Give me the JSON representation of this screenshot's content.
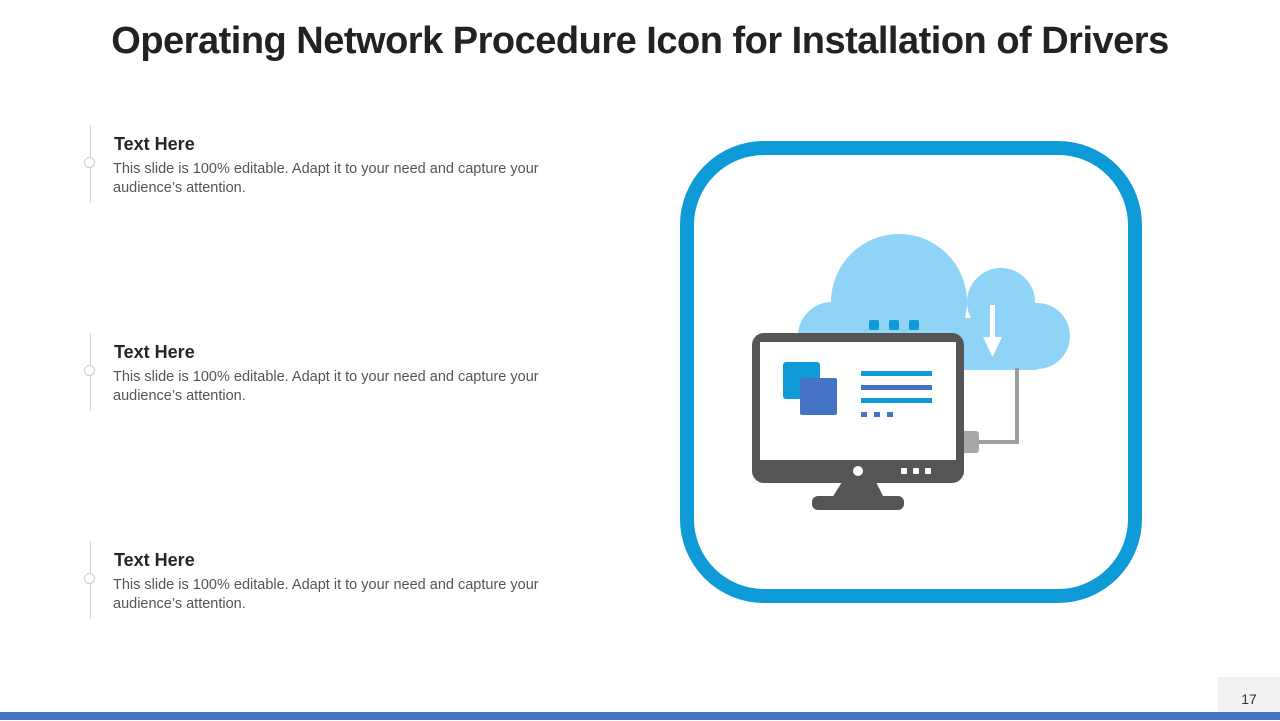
{
  "slide": {
    "title": "Operating Network Procedure Icon for Installation of Drivers",
    "page_number": "17"
  },
  "items": [
    {
      "heading": "Text Here",
      "body": "This slide is 100% editable. Adapt it to your need and capture your audience’s attention."
    },
    {
      "heading": "Text Here",
      "body": "This slide is 100% editable. Adapt it to your need and capture your audience’s attention."
    },
    {
      "heading": "Text Here",
      "body": "This slide is 100% editable. Adapt it to your need and capture your audience’s attention."
    }
  ],
  "icon": {
    "name": "cloud-download-monitor-icon",
    "colors": {
      "frame": "#0e9ad7",
      "cloud": "#8fd3f7",
      "monitor": "#555555",
      "screen": "#ffffff",
      "window_back": "#0e9ad7",
      "window_front": "#4472c4",
      "cable": "#9e9e9e",
      "accent_bar": "#4472c4"
    }
  }
}
